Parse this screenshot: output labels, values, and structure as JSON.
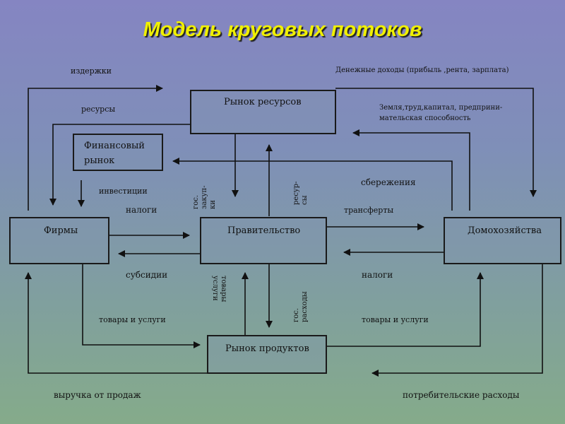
{
  "title": "Модель круговых потоков",
  "boxes": {
    "resource_market": "Рынок ресурсов",
    "financial_market_line1": "Финансовый",
    "financial_market_line2": "рынок",
    "firms": "Фирмы",
    "government": "Правительство",
    "households": "Домохозяйства",
    "product_market": "Рынок продуктов"
  },
  "labels": {
    "costs": "издержки",
    "money_income": "Денежные доходы (прибыль ,рента, зарплата)",
    "resources": "ресурсы",
    "factors_line1": "Земля,труд,капитал, предприни-",
    "factors_line2": "мательская способность",
    "investment": "инвестиции",
    "savings": "сбережения",
    "taxes_firms": "налоги",
    "transfers": "трансферты",
    "subsidies": "субсидии",
    "taxes_households": "налоги",
    "goods_services_firms": "товары и услуги",
    "goods_services_households": "товары и услуги",
    "sales_revenue": "выручка от продаж",
    "consumer_spending": "потребительские расходы",
    "gov_purchases_line1": "гос.",
    "gov_purchases_line2": "закуп-",
    "gov_purchases_line3": "ки",
    "resources_v_line1": "ресур-",
    "resources_v_line2": "сы",
    "gov_services_line1": "товары",
    "gov_services_line2": "услуги",
    "gov_spending_line1": "гос.",
    "gov_spending_line2": "расходы"
  },
  "colors": {
    "title": "#f0f000",
    "lines": "#111111"
  }
}
